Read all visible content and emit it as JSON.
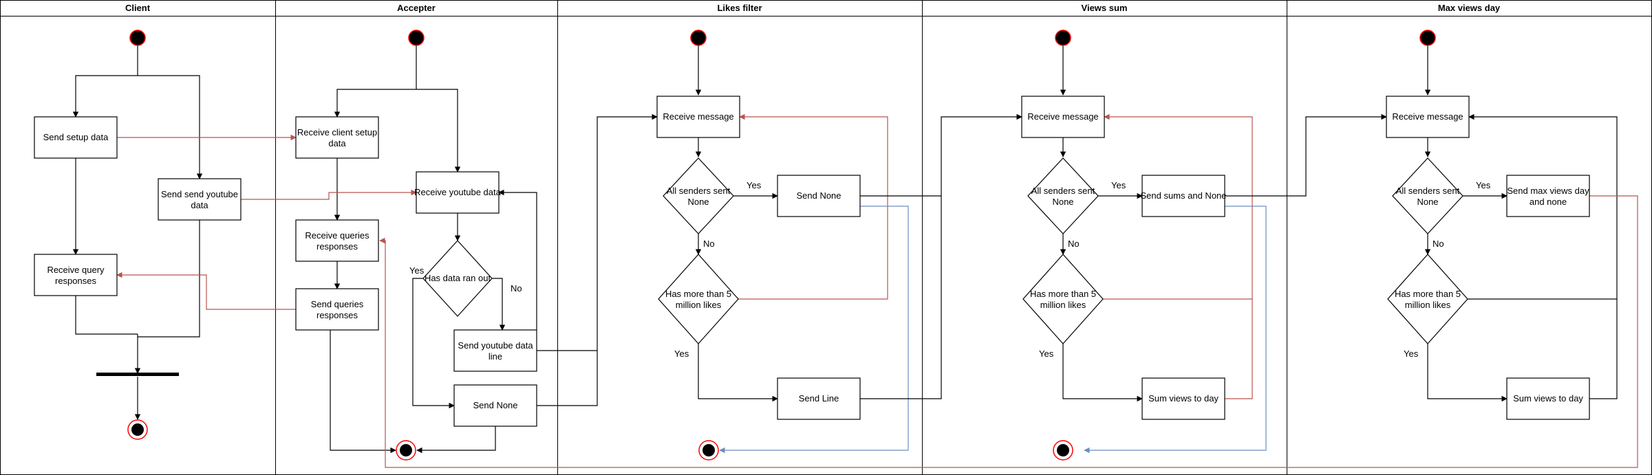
{
  "lanes": {
    "client": "Client",
    "accepter": "Accepter",
    "likes": "Likes filter",
    "views": "Views sum",
    "max": "Max views day"
  },
  "client": {
    "send_setup": "Send setup data",
    "send_youtube": [
      "Send send youtube",
      "data"
    ],
    "receive_query": [
      "Receive query",
      "responses"
    ]
  },
  "accepter": {
    "receive_setup": [
      "Receive client setup",
      "data"
    ],
    "receive_youtube": "Receive youtube data",
    "receive_queries": [
      "Receive queries",
      "responses"
    ],
    "send_queries": [
      "Send queries",
      "responses"
    ],
    "ran_out": "Has data ran out",
    "send_line": [
      "Send youtube data",
      "line"
    ],
    "send_none": "Send None",
    "yes": "Yes",
    "no": "No"
  },
  "likes": {
    "receive": "Receive message",
    "all_sent": [
      "All senders sent",
      "None"
    ],
    "send_none": "Send None",
    "more_likes": [
      "Has more than 5",
      "million likes"
    ],
    "send_line": "Send Line",
    "yes1": "Yes",
    "no1": "No",
    "yes2": "Yes"
  },
  "views": {
    "receive": "Receive message",
    "all_sent": [
      "All senders sent",
      "None"
    ],
    "send_sums": "Send sums and None",
    "more_likes": [
      "Has more than 5",
      "million likes"
    ],
    "sum_views": "Sum views to day",
    "yes1": "Yes",
    "no1": "No",
    "yes2": "Yes"
  },
  "max": {
    "receive": "Receive message",
    "all_sent": [
      "All senders sent",
      "None"
    ],
    "send_max": [
      "Send max views day",
      "and none"
    ],
    "more_likes": [
      "Has more than 5",
      "million likes"
    ],
    "sum_views": "Sum views to day",
    "yes1": "Yes",
    "no1": "No",
    "yes2": "Yes"
  },
  "colors": {
    "red_flow": "#b85450",
    "blue_flow": "#6c8ebf",
    "start_ring": "#ff0000"
  }
}
